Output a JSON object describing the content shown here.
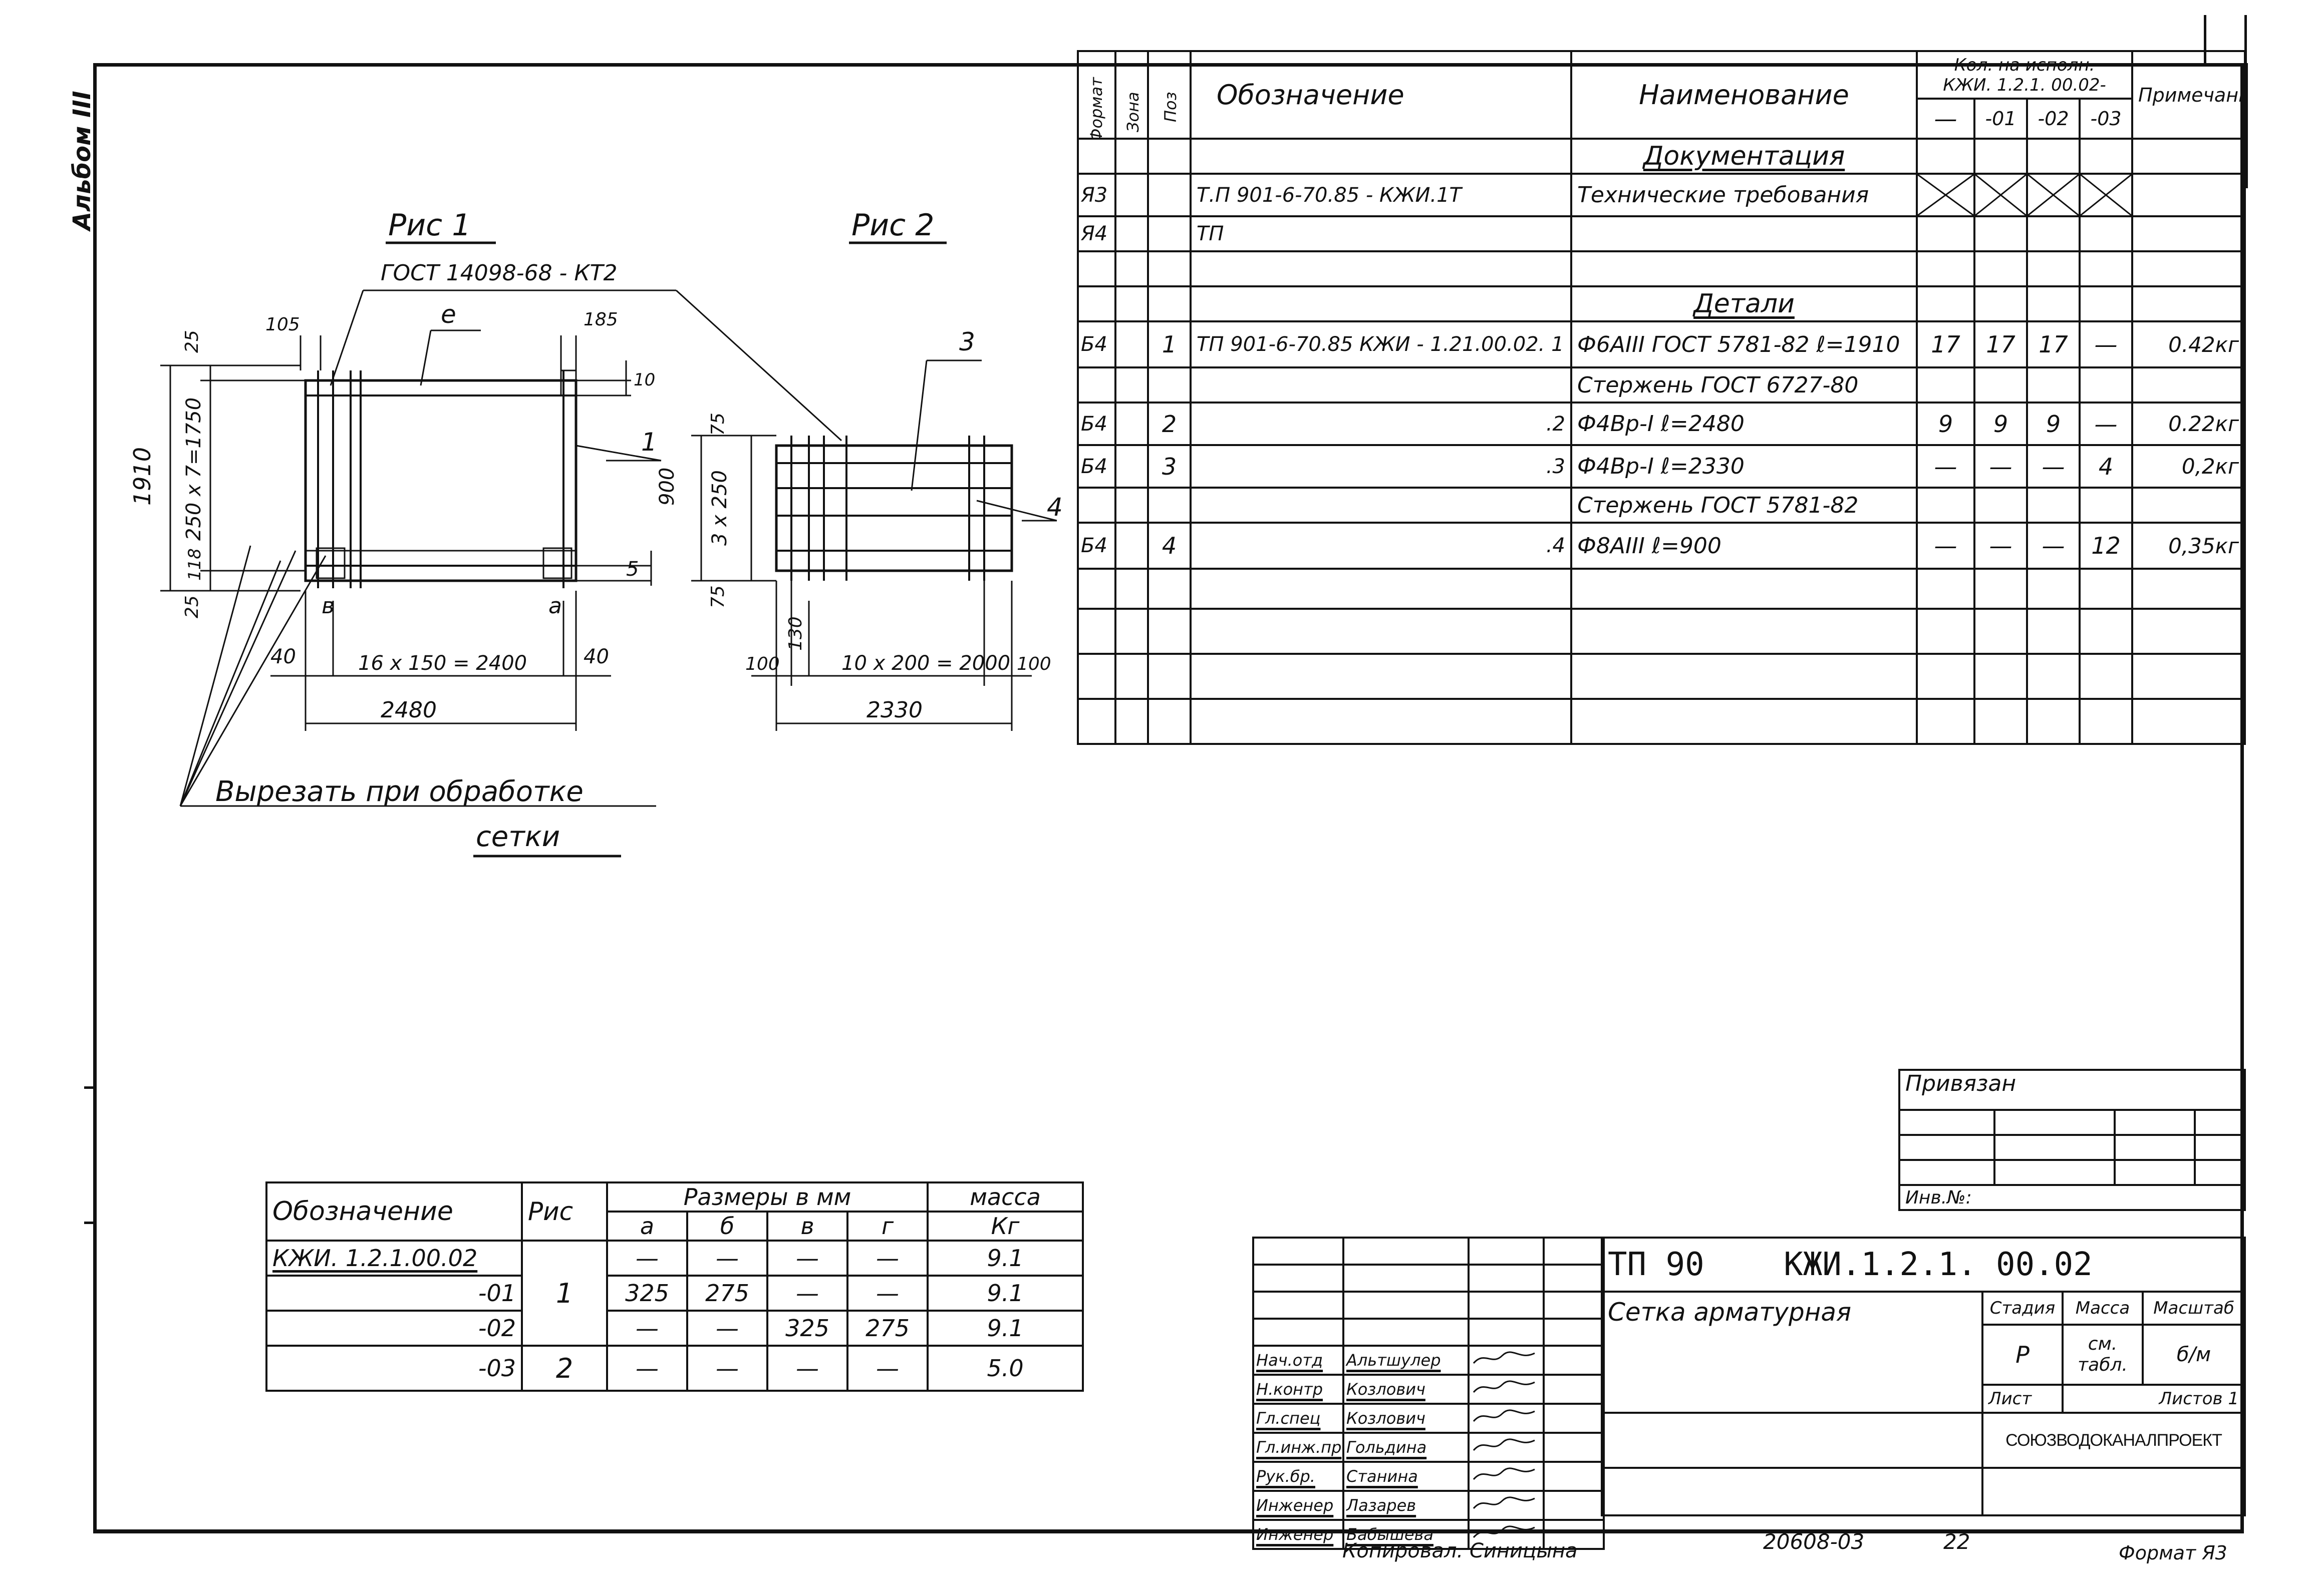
{
  "margin_mark": "Альбом III",
  "figures": {
    "fig1": {
      "title": "Рис 1",
      "gost": "ГОСТ 14098-68 - КТ2",
      "labels": {
        "d105": "105",
        "d185": "185",
        "d25t": "25",
        "d25b": "25",
        "d1910": "1910",
        "d250": "250 х 7=1750",
        "d118": "118",
        "d40l": "40",
        "d40r": "40",
        "d16x150": "16 х 150 = 2400",
        "d2480": "2480",
        "e": "е",
        "one": "1",
        "five": "5",
        "b": "в",
        "a": "а",
        "r10": "10"
      }
    },
    "fig2": {
      "title": "Рис 2",
      "labels": {
        "d75t": "75",
        "d75b": "75",
        "d900": "900",
        "d3x250": "3 х 250",
        "d130": "130",
        "d100l": "100",
        "d100r": "100",
        "d10x200": "10 х 200 = 2000",
        "d2330": "2330",
        "three": "3",
        "four": "4"
      }
    },
    "cut_note": {
      "line1": "Вырезать при обработке",
      "line2": "сетки"
    }
  },
  "spec": {
    "head": {
      "format": "Формат",
      "zone": "Зона",
      "pos": "Поз",
      "designation": "Обозначение",
      "name": "Наименование",
      "qty_title_1": "Кол. на исполн.",
      "qty_title_2": "КЖИ. 1.2.1. 00.02-",
      "v0": "—",
      "v1": "-01",
      "v2": "-02",
      "v3": "-03",
      "note": "Примечание"
    },
    "rows": [
      {
        "fmt": "",
        "zone": "",
        "pos": "",
        "des": "",
        "name": "Документация",
        "q": [
          "",
          "",
          "",
          ""
        ],
        "note": "",
        "section": true
      },
      {
        "fmt": "Я3",
        "zone": "",
        "pos": "",
        "des": "Т.П 901-6-70.85 - КЖИ.1Т",
        "name": "Технические требования",
        "q": [
          "",
          "",
          "",
          ""
        ],
        "note": "",
        "crossed": true
      },
      {
        "fmt": "Я4",
        "zone": "",
        "pos": "",
        "des": "ТП",
        "name": "",
        "q": [
          "",
          "",
          "",
          ""
        ],
        "note": ""
      },
      {
        "fmt": "",
        "zone": "",
        "pos": "",
        "des": "",
        "name": "",
        "q": [
          "",
          "",
          "",
          ""
        ],
        "note": ""
      },
      {
        "fmt": "",
        "zone": "",
        "pos": "",
        "des": "",
        "name": "Детали",
        "q": [
          "",
          "",
          "",
          ""
        ],
        "note": "",
        "section": true
      },
      {
        "fmt": "Б4",
        "zone": "",
        "pos": "1",
        "des": "ТП 901-6-70.85 КЖИ - 1.21.00.02. 1",
        "name": "Ф6АIII ГОСТ 5781-82 ℓ=1910",
        "q": [
          "17",
          "17",
          "17",
          "—"
        ],
        "note": "0.42кг"
      },
      {
        "fmt": "",
        "zone": "",
        "pos": "",
        "des": "",
        "name": "Стержень ГОСТ 6727-80",
        "q": [
          "",
          "",
          "",
          ""
        ],
        "note": ""
      },
      {
        "fmt": "Б4",
        "zone": "",
        "pos": "2",
        "des": ".2",
        "name": "Ф4Вр-I ℓ=2480",
        "q": [
          "9",
          "9",
          "9",
          "—"
        ],
        "note": "0.22кг"
      },
      {
        "fmt": "Б4",
        "zone": "",
        "pos": "3",
        "des": ".3",
        "name": "Ф4Вр-I ℓ=2330",
        "q": [
          "—",
          "—",
          "—",
          "4"
        ],
        "note": "0,2кг"
      },
      {
        "fmt": "",
        "zone": "",
        "pos": "",
        "des": "",
        "name": "Стержень ГОСТ 5781-82",
        "q": [
          "",
          "",
          "",
          ""
        ],
        "note": ""
      },
      {
        "fmt": "Б4",
        "zone": "",
        "pos": "4",
        "des": ".4",
        "name": "Ф8АIII ℓ=900",
        "q": [
          "—",
          "—",
          "—",
          "12"
        ],
        "note": "0,35кг"
      },
      {
        "fmt": "",
        "zone": "",
        "pos": "",
        "des": "",
        "name": "",
        "q": [
          "",
          "",
          "",
          ""
        ],
        "note": ""
      },
      {
        "fmt": "",
        "zone": "",
        "pos": "",
        "des": "",
        "name": "",
        "q": [
          "",
          "",
          "",
          ""
        ],
        "note": ""
      },
      {
        "fmt": "",
        "zone": "",
        "pos": "",
        "des": "",
        "name": "",
        "q": [
          "",
          "",
          "",
          ""
        ],
        "note": ""
      },
      {
        "fmt": "",
        "zone": "",
        "pos": "",
        "des": "",
        "name": "",
        "q": [
          "",
          "",
          "",
          ""
        ],
        "note": ""
      }
    ]
  },
  "dims_table": {
    "head": {
      "des": "Обозначение",
      "fig": "Рис",
      "sizes": "Размеры в мм",
      "a": "а",
      "b": "б",
      "v": "в",
      "g": "г",
      "mass": "масса",
      "unit": "Кг"
    },
    "rows": [
      {
        "des": "КЖИ. 1.2.1.00.02",
        "a": "—",
        "b": "—",
        "v": "—",
        "g": "—",
        "mass": "9.1"
      },
      {
        "des": "-01",
        "a": "325",
        "b": "275",
        "v": "—",
        "g": "—",
        "mass": "9.1"
      },
      {
        "des": "-02",
        "a": "—",
        "b": "—",
        "v": "325",
        "g": "275",
        "mass": "9.1"
      },
      {
        "des": "-03",
        "a": "—",
        "b": "—",
        "v": "—",
        "g": "—",
        "mass": "5.0"
      }
    ],
    "fig_group1": "1",
    "fig_group2": "2"
  },
  "tied_box": {
    "title": "Привязан",
    "inv": "Инв.№:"
  },
  "title_block": {
    "doc_code_prefix": "ТП 90",
    "doc_code": "КЖИ.1.2.1. 00.02",
    "item_name": "Сетка арматурная",
    "stage_h": "Стадия",
    "mass_h": "Масса",
    "scale_h": "Масштаб",
    "stage": "Р",
    "mass": "см. табл.",
    "scale": "б/м",
    "sheet_h": "Лист",
    "sheets_h": "Листов 1",
    "org": "СОЮЗВОДОКАНАЛПРОЕКТ",
    "staff": [
      {
        "role": "Нач.отд",
        "name": "Альтшулер"
      },
      {
        "role": "Н.контр",
        "name": "Козлович"
      },
      {
        "role": "Гл.спец",
        "name": "Козлович"
      },
      {
        "role": "Гл.инж.пр",
        "name": "Гольдина"
      },
      {
        "role": "Рук.бр.",
        "name": "Станина"
      },
      {
        "role": "Инженер",
        "name": "Лазарев"
      },
      {
        "role": "Инженер",
        "name": "Бабышева"
      }
    ]
  },
  "footer": {
    "copied": "Копировал. Синицына",
    "number": "20608-03",
    "page": "22",
    "format": "Формат Я3"
  },
  "corner_mark": "—"
}
